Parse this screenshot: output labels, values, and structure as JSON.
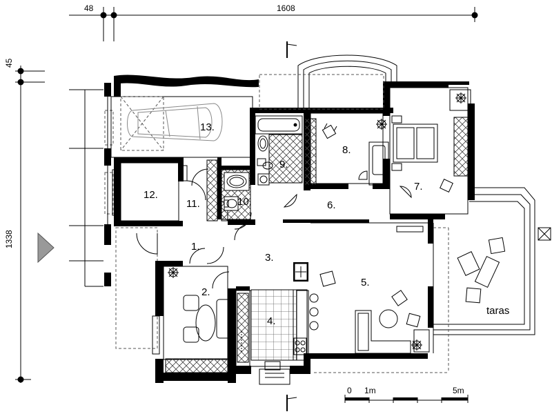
{
  "dimensions": {
    "top_small": "48",
    "top_main": "1608",
    "left_small": "45",
    "left_main": "1338"
  },
  "rooms": [
    {
      "id": "r1",
      "label": "1."
    },
    {
      "id": "r2",
      "label": "2."
    },
    {
      "id": "r3",
      "label": "3."
    },
    {
      "id": "r4",
      "label": "4."
    },
    {
      "id": "r5",
      "label": "5."
    },
    {
      "id": "r6",
      "label": "6."
    },
    {
      "id": "r7",
      "label": "7."
    },
    {
      "id": "r8",
      "label": "8."
    },
    {
      "id": "r9",
      "label": "9."
    },
    {
      "id": "r10",
      "label": "10."
    },
    {
      "id": "r11",
      "label": "11."
    },
    {
      "id": "r12",
      "label": "12."
    },
    {
      "id": "r13",
      "label": "13."
    }
  ],
  "terrace_label": "taras",
  "scale_bar": {
    "zero": "0",
    "one": "1m",
    "five": "5m"
  },
  "colors": {
    "ink": "#000000",
    "hatch": "#444444",
    "dashed": "#555555"
  }
}
